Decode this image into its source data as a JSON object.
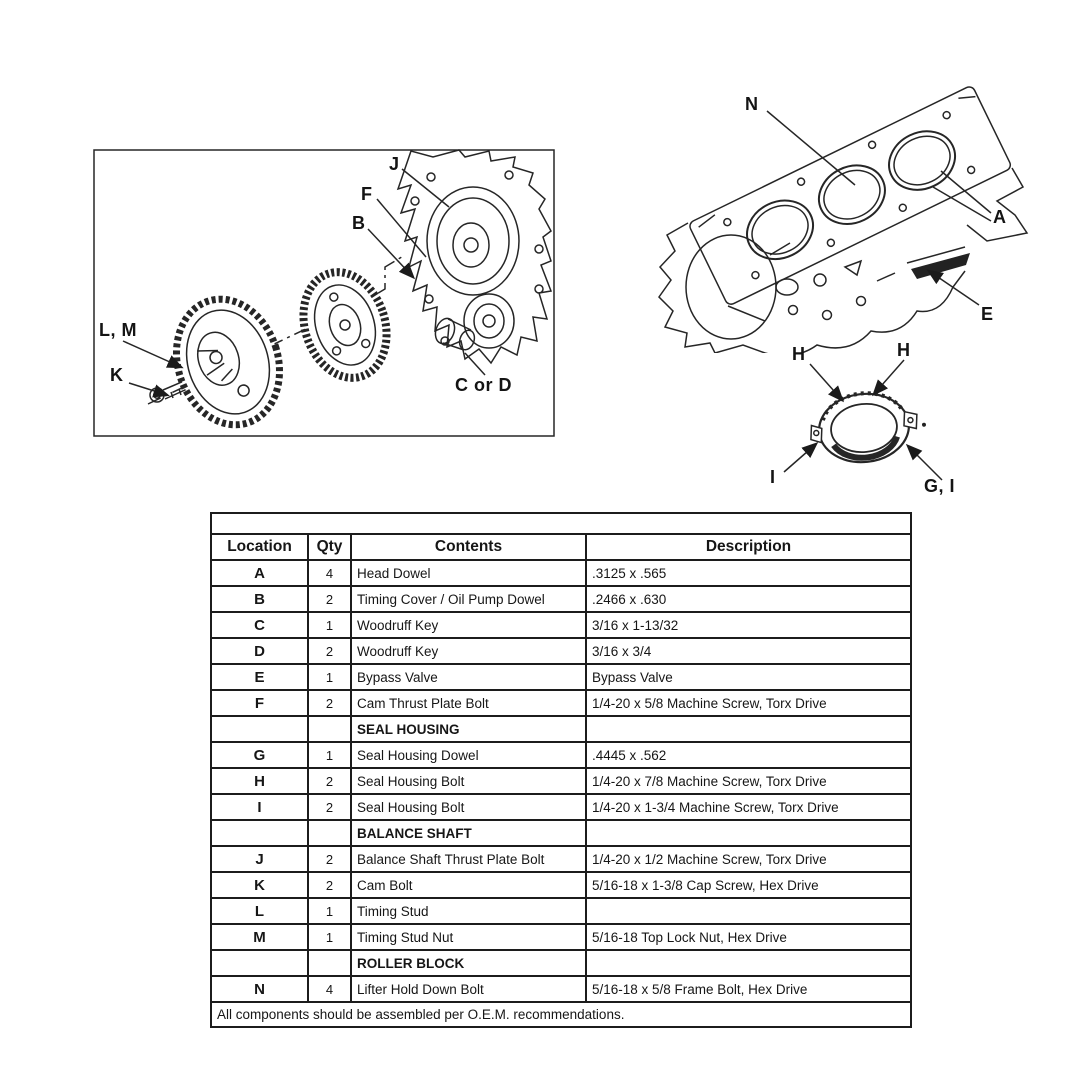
{
  "page": {
    "background": "#ffffff",
    "ink": "#1b1b1b"
  },
  "figures": {
    "timing": {
      "title": "timing-components-exploded-view",
      "labels": {
        "j": "J",
        "f": "F",
        "b": "B",
        "lm": "L, M",
        "k": "K",
        "cord": "C or D"
      }
    },
    "block": {
      "title": "engine-block-view",
      "labels": {
        "n": "N",
        "a": "A",
        "e": "E"
      }
    },
    "seal": {
      "title": "seal-housing-view",
      "labels": {
        "h1": "H",
        "h2": "H",
        "i": "I",
        "gi": "G, I"
      }
    }
  },
  "table": {
    "headers": [
      "Location",
      "Qty",
      "Contents",
      "Description"
    ],
    "rows": [
      {
        "type": "item",
        "location": "A",
        "qty": "4",
        "contents": "Head Dowel",
        "description": ".3125 x .565"
      },
      {
        "type": "item",
        "location": "B",
        "qty": "2",
        "contents": "Timing Cover / Oil Pump Dowel",
        "description": ".2466 x .630"
      },
      {
        "type": "item",
        "location": "C",
        "qty": "1",
        "contents": "Woodruff Key",
        "description": "3/16 x 1-13/32"
      },
      {
        "type": "item",
        "location": "D",
        "qty": "2",
        "contents": "Woodruff Key",
        "description": "3/16 x 3/4"
      },
      {
        "type": "item",
        "location": "E",
        "qty": "1",
        "contents": "Bypass Valve",
        "description": "Bypass Valve"
      },
      {
        "type": "item",
        "location": "F",
        "qty": "2",
        "contents": "Cam Thrust Plate Bolt",
        "description": "1/4-20 x 5/8 Machine Screw, Torx Drive"
      },
      {
        "type": "section",
        "location": "",
        "qty": "",
        "contents": "SEAL HOUSING",
        "description": ""
      },
      {
        "type": "item",
        "location": "G",
        "qty": "1",
        "contents": "Seal Housing Dowel",
        "description": ".4445 x .562"
      },
      {
        "type": "item",
        "location": "H",
        "qty": "2",
        "contents": "Seal Housing Bolt",
        "description": "1/4-20 x 7/8 Machine Screw, Torx Drive"
      },
      {
        "type": "item",
        "location": "I",
        "qty": "2",
        "contents": "Seal Housing Bolt",
        "description": "1/4-20 x 1-3/4 Machine Screw, Torx Drive"
      },
      {
        "type": "section",
        "location": "",
        "qty": "",
        "contents": "BALANCE SHAFT",
        "description": ""
      },
      {
        "type": "item",
        "location": "J",
        "qty": "2",
        "contents": "Balance Shaft Thrust Plate Bolt",
        "description": "1/4-20 x 1/2 Machine Screw, Torx Drive"
      },
      {
        "type": "item",
        "location": "K",
        "qty": "2",
        "contents": "Cam Bolt",
        "description": "5/16-18 x 1-3/8 Cap Screw, Hex Drive"
      },
      {
        "type": "item",
        "location": "L",
        "qty": "1",
        "contents": "Timing Stud",
        "description": ""
      },
      {
        "type": "item",
        "location": "M",
        "qty": "1",
        "contents": "Timing Stud Nut",
        "description": "5/16-18 Top Lock Nut, Hex Drive"
      },
      {
        "type": "section",
        "location": "",
        "qty": "",
        "contents": "ROLLER BLOCK",
        "description": ""
      },
      {
        "type": "item",
        "location": "N",
        "qty": "4",
        "contents": "Lifter Hold Down Bolt",
        "description": "5/16-18 x 5/8 Frame Bolt, Hex Drive"
      }
    ],
    "footer": "All components should be assembled per O.E.M. recommendations."
  }
}
